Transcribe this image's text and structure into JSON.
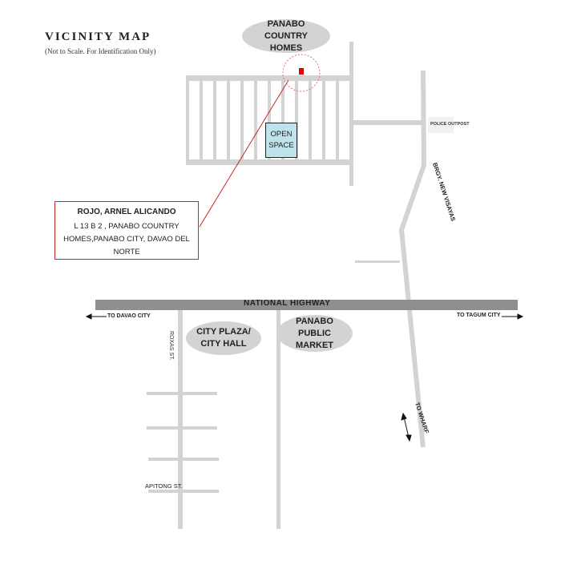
{
  "map": {
    "title": "VICINITY MAP",
    "subtitle": "(Not to Scale. For Identification Only)",
    "landmarks": {
      "subdivision": "PANABO COUNTRY HOMES",
      "city_plaza": "CITY PLAZA/ CITY HALL",
      "market": "PANABO PUBLIC MARKET",
      "open_space": "OPEN SPACE",
      "police": "POLICE OUTPOST"
    },
    "roads": {
      "highway": "NATIONAL HIGHWAY",
      "brgy_road": "BRGY. NEW VISAYAS",
      "roxas": "ROXAS ST.",
      "apitong": "APITONG ST."
    },
    "directions": {
      "to_davao": "TO DAVAO CITY",
      "to_tagum": "TO TAGUM CITY",
      "to_wharf": "TO WHARF"
    },
    "owner": {
      "name": "ROJO, ARNEL ALICANDO",
      "address": "L 13 B 2 , PANABO COUNTRY HOMES,PANABO CITY, DAVAO DEL NORTE"
    },
    "colors": {
      "road": "#d3d3d3",
      "highway": "#8f8f8f",
      "marker": "#e00000",
      "leader_line": "#c62828",
      "open_space": "#bfe3ea"
    }
  }
}
